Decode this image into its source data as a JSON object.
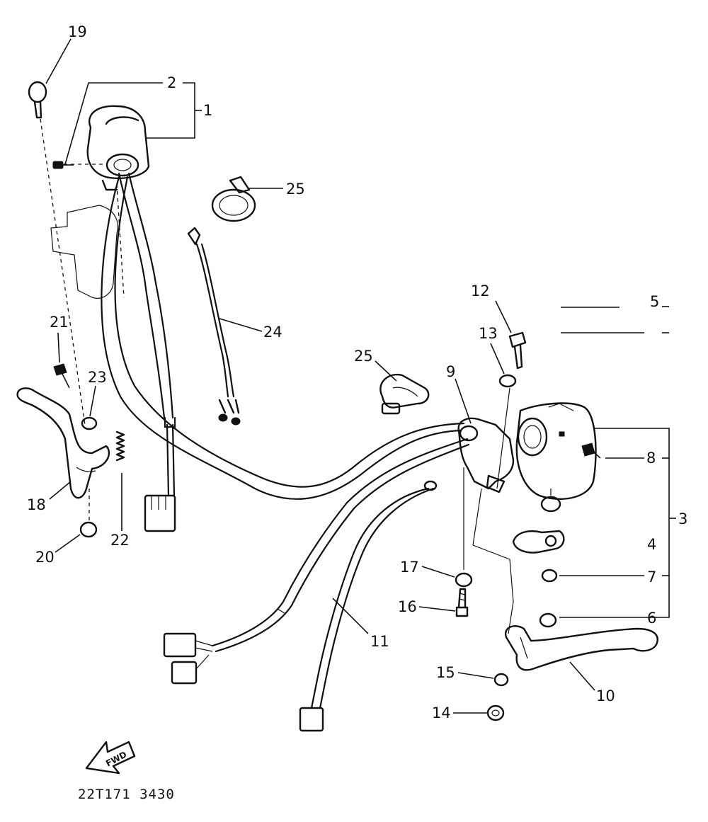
{
  "diagram": {
    "reference_code": "22T171 3430",
    "fwd_marker": "FWD",
    "callouts": [
      {
        "id": "c19",
        "text": "19"
      },
      {
        "id": "c2",
        "text": "2"
      },
      {
        "id": "c1",
        "text": "1"
      },
      {
        "id": "c25a",
        "text": "25"
      },
      {
        "id": "c24",
        "text": "24"
      },
      {
        "id": "c21",
        "text": "21"
      },
      {
        "id": "c23",
        "text": "23"
      },
      {
        "id": "c18",
        "text": "18"
      },
      {
        "id": "c20",
        "text": "20"
      },
      {
        "id": "c22",
        "text": "22"
      },
      {
        "id": "c12",
        "text": "12"
      },
      {
        "id": "c13",
        "text": "13"
      },
      {
        "id": "c25b",
        "text": "25"
      },
      {
        "id": "c9",
        "text": "9"
      },
      {
        "id": "c8",
        "text": "8"
      },
      {
        "id": "c3",
        "text": "3"
      },
      {
        "id": "c5",
        "text": "5"
      },
      {
        "id": "c4",
        "text": "4"
      },
      {
        "id": "c7",
        "text": "7"
      },
      {
        "id": "c6",
        "text": "6"
      },
      {
        "id": "c17",
        "text": "17"
      },
      {
        "id": "c16",
        "text": "16"
      },
      {
        "id": "c11",
        "text": "11"
      },
      {
        "id": "c15",
        "text": "15"
      },
      {
        "id": "c10",
        "text": "10"
      },
      {
        "id": "c14",
        "text": "14"
      }
    ]
  }
}
